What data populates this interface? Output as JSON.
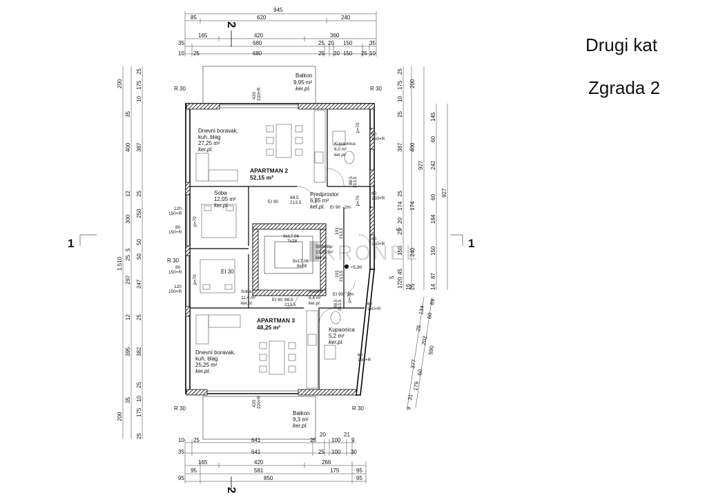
{
  "headings": {
    "floor": "Drugi kat",
    "building": "Zgrada 2"
  },
  "section_marks": {
    "top": "2",
    "bottom": "2",
    "left": "1",
    "right": "1"
  },
  "dims_top": {
    "r1": [
      "945"
    ],
    "r2": [
      "85",
      "620",
      "240"
    ],
    "r3": [
      "165",
      "420",
      "360"
    ],
    "r4": [
      "35",
      "680",
      "25",
      "20",
      "150",
      "35"
    ],
    "r5": [
      "10",
      "25",
      "680",
      "25",
      "20",
      "150",
      "25",
      "10"
    ]
  },
  "dims_bottom": {
    "r1": [
      "10",
      "25",
      "641",
      "25",
      "20",
      "100",
      "21",
      "9"
    ],
    "r2": [
      "35",
      "641",
      "25",
      "100",
      "30"
    ],
    "r3": [
      "165",
      "420",
      "266"
    ],
    "r4": [
      "95",
      "581",
      "175",
      "95"
    ],
    "r5": [
      "95",
      "850",
      "95"
    ]
  },
  "dims_left": {
    "total": "1.510",
    "outer": [
      "200",
      "35",
      "400",
      "12",
      "300",
      "5",
      "25",
      "297",
      "12",
      "395",
      "35",
      "200"
    ],
    "inner": [
      "25",
      "175",
      "10",
      "387",
      "25",
      "250",
      "50",
      "50",
      "247",
      "25",
      "382",
      "25",
      "10",
      "175",
      "25"
    ]
  },
  "dims_right": {
    "outer": [
      "25",
      "175",
      "10",
      "25",
      "387",
      "25",
      "174",
      "20",
      "25",
      "150",
      "45",
      "20",
      "17",
      "16"
    ],
    "mid": [
      "200",
      "400",
      "174",
      "5",
      "240",
      "5",
      "25"
    ],
    "inner": [
      "145",
      "60",
      "242",
      "60",
      "184",
      "150",
      "87",
      "14"
    ],
    "far": [
      "927",
      "927"
    ],
    "diagonal": [
      "89",
      "134",
      "60",
      "25",
      "202",
      "590",
      "377",
      "60",
      "179",
      "31",
      "9"
    ]
  },
  "rooms": {
    "balkon_top": {
      "name": "Balkon",
      "area": "9,95 m²",
      "finish": "ker.pl."
    },
    "dnevni_a2": {
      "name": "Dnevni boravak,",
      "name2": "kuh, blag",
      "area": "27,25 m²",
      "finish": "ker.pl."
    },
    "apartman2": {
      "name": "APARTMAN 2",
      "area": "52,15 m²"
    },
    "kupaonica_a2": {
      "name": "Kupaonica",
      "area": "6,0 m²",
      "finish": "ker.pl."
    },
    "soba_a2": {
      "name": "Soba",
      "area": "12,05 m²",
      "finish": "ker.pl."
    },
    "predprostor": {
      "name": "Predprostor",
      "area": "6,85 m²",
      "finish": "ker.pl."
    },
    "stubiste": {
      "name": "Stubište",
      "area": "13,95 m²",
      "finish": "ker.pl."
    },
    "soba_a3": {
      "name": "Soba",
      "area": "11,4 m²",
      "finish": "ker.pl."
    },
    "hodnik": {
      "name": "Hodnik",
      "area": "6,4 m²",
      "finish": "ker.pl."
    },
    "apartman3": {
      "name": "APARTMAN 3",
      "area": "48,25 m²"
    },
    "kupaonica_a3": {
      "name": "Kupaonica",
      "area": "5,2 m²",
      "finish": "ker.pl."
    },
    "dnevni_a3": {
      "name": "Dnevni boravak,",
      "name2": "kuh, blag",
      "area": "25,25 m²",
      "finish": "ker.pl."
    },
    "balkon_bottom": {
      "name": "Balkon",
      "area": "9,3 m²",
      "finish": "ker.pl."
    }
  },
  "annotations": {
    "r30_tl": "R 30",
    "r30_tr": "R 30",
    "r30_ml": "R 30",
    "r30_bl": "R 30",
    "r30_br": "R 30",
    "ei90_a": "EI 90",
    "ei90_b": "EI 90",
    "ei30": "EI 30",
    "d_885_a": "88,5",
    "d_2135_a": "213,5",
    "d_885_b": "88,5",
    "d_2135_b": "213,5",
    "stair1": "9x17,06",
    "stair1b": "7x28",
    "stair2": "9x17,06",
    "stair2b": "8x28",
    "level": "+5,80",
    "win_420_top": "420",
    "win_220_top": "220+R",
    "win_420_bot": "420",
    "win_220_bot": "220+R",
    "win_120_a": "120",
    "win_150_a": "150+R",
    "win_80_a": "80",
    "win_150_b": "150+R",
    "win_80_b": "80",
    "win_150_c": "150+R",
    "win_120_b": "120",
    "win_150_d": "150+R",
    "win_60_a": "60",
    "win_150_e": "150+R",
    "win_60_b": "60",
    "win_150_f": "150+R",
    "win_60_c": "60",
    "win_150_g": "150+R",
    "win_60_d": "60",
    "win_150_h": "150+R",
    "win_60_e": "60",
    "win_150_i": "150+R",
    "pp70_a": "p=70",
    "pp70_b": "p=70",
    "pp70_c": "p=70",
    "pp70_d": "p=70",
    "pp70_e": "p=70",
    "door_101a": "101",
    "door_2135a": "213,5",
    "door_101b": "101",
    "door_2135b": "213,5",
    "door_885c": "88,5",
    "door_2135c": "213,5",
    "door_885d": "88,5",
    "door_2135d": "213,5",
    "ei90_2m_a": "EI 90 · 2m",
    "ei90_2m_b": "EI 90 · 2m"
  },
  "watermark": "KRONEL"
}
